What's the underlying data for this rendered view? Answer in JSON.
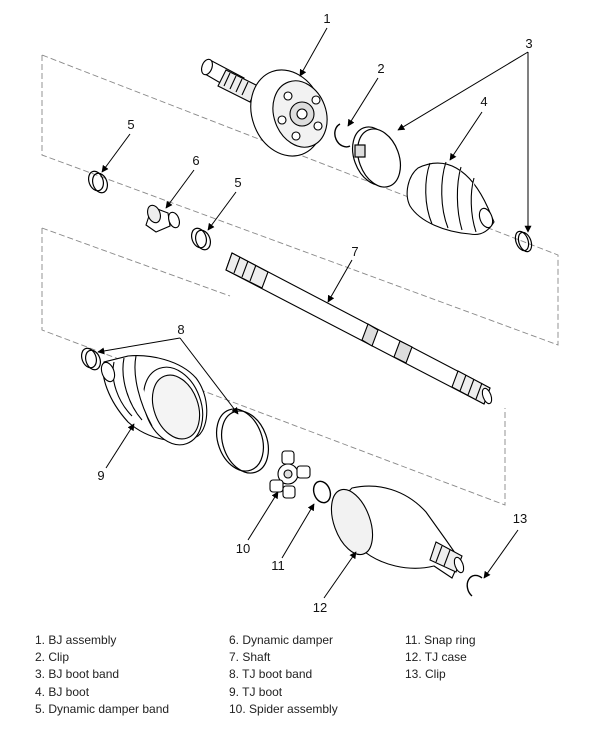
{
  "callouts": {
    "c1": "1",
    "c2": "2",
    "c3": "3",
    "c4": "4",
    "c5a": "5",
    "c5b": "5",
    "c6": "6",
    "c7": "7",
    "c8": "8",
    "c9": "9",
    "c10": "10",
    "c11": "11",
    "c12": "12",
    "c13": "13"
  },
  "legend": {
    "col1": [
      "1. BJ assembly",
      "2. Clip",
      "3. BJ boot band",
      "4. BJ boot",
      "5. Dynamic damper band"
    ],
    "col2": [
      "6. Dynamic damper",
      "7. Shaft",
      "8. TJ boot band",
      "9. TJ boot",
      "10. Spider assembly"
    ],
    "col3": [
      "11. Snap ring",
      "12. TJ case",
      "13. Clip"
    ]
  }
}
